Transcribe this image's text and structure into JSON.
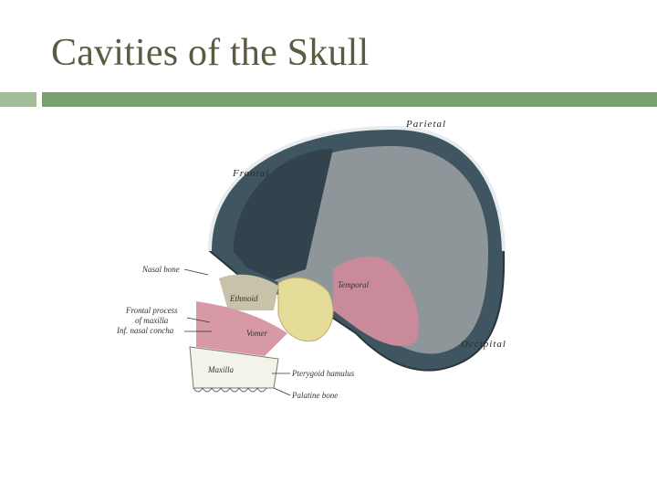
{
  "slide": {
    "title": "Cavities of the Skull"
  },
  "figure": {
    "labels": {
      "parietal": "Parietal",
      "frontal": "Frontal",
      "nasal_bone": "Nasal bone",
      "ethmoid": "Ethmoid",
      "temporal": "Temporal",
      "frontal_process": "Frontal process",
      "of_maxilla": "of maxilla",
      "inf_nasal_concha": "Inf. nasal concha",
      "vomer": "Vomer",
      "occipital": "Occipital",
      "maxilla": "Maxilla",
      "pterygoid_hamulus": "Pterygoid hamulus",
      "palatine_bone": "Palatine bone"
    },
    "colors": {
      "vault_outer": "#3f5561",
      "vault_inner": "#8f969a",
      "frontal_bone": "#33434d",
      "temporal_bone": "#c98a9a",
      "sphenoid": "#e6dc9a",
      "ethmoid": "#c7c2a8",
      "vomer": "#d79aa5",
      "maxilla_teeth": "#f4f3ea"
    }
  }
}
